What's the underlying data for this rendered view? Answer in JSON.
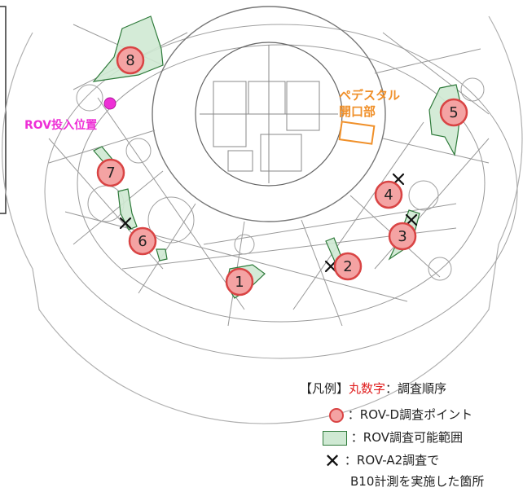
{
  "points": [
    {
      "id": "1",
      "color": "#f4a3a3"
    },
    {
      "id": "2",
      "color": "#f4a3a3"
    },
    {
      "id": "3",
      "color": "#f4a3a3"
    },
    {
      "id": "4",
      "color": "#f4a3a3"
    },
    {
      "id": "5",
      "color": "#f4a3a3"
    },
    {
      "id": "6",
      "color": "#f4a3a3"
    },
    {
      "id": "7",
      "color": "#f4a3a3"
    },
    {
      "id": "8",
      "color": "#f4a3a3"
    }
  ],
  "labels": {
    "rov_insertion": "ROV投入位置",
    "pedestal_line1": "ペデスタル",
    "pedestal_line2": "開口部"
  },
  "legend": {
    "title_bracket": "【凡例】",
    "title_red": "丸数字",
    "title_rest": "：調査順序",
    "circle_label": "：ROV-D調査ポイント",
    "area_label": "：ROV調査可能範囲",
    "x_label_line1": "：ROV-A2調査で",
    "x_label_line2": "B10計測を実施した箇所"
  },
  "colors": {
    "point_fill": "#f4a3a3",
    "point_stroke": "#d94444",
    "area_fill": "#cfe9d3",
    "area_stroke": "#2e7a3a",
    "pedestal_orange": "#f0902a",
    "rov_magenta": "#ee2fd6",
    "legend_red": "#e02020"
  }
}
